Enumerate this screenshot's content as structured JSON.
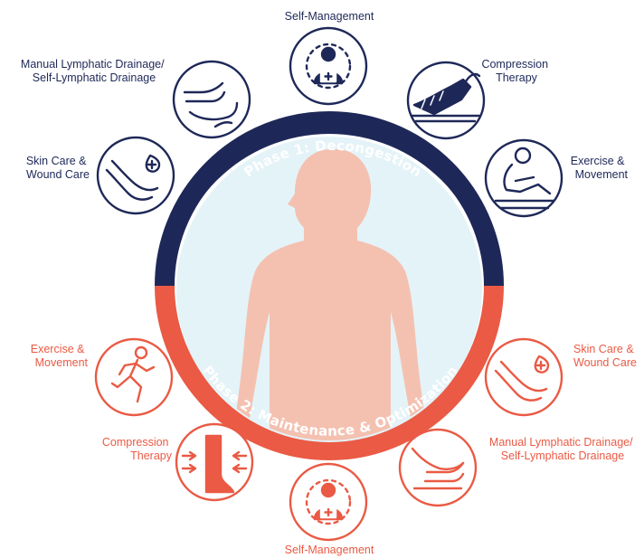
{
  "colors": {
    "navy": "#1e2858",
    "coral": "#ea5a44",
    "inner_bg": "#e4f3f8",
    "body_fill": "#f4c1b1"
  },
  "phase1": {
    "title": "Phase 1: Decongestion",
    "items": [
      {
        "icon": "self-management-icon",
        "label": [
          "Self-Management"
        ]
      },
      {
        "icon": "compression-therapy-icon",
        "label": [
          "Compression",
          "Therapy"
        ]
      },
      {
        "icon": "exercise-movement-icon",
        "label": [
          "Exercise &",
          "Movement"
        ]
      },
      {
        "icon": "skin-wound-care-icon",
        "label": [
          "Skin Care &",
          "Wound Care"
        ]
      },
      {
        "icon": "lymphatic-drainage-icon",
        "label": [
          "Manual Lymphatic Drainage/",
          "Self-Lymphatic Drainage"
        ]
      }
    ]
  },
  "phase2": {
    "title": "Phase 2: Maintenance & Optimization",
    "items": [
      {
        "icon": "exercise-movement-icon",
        "label": [
          "Exercise &",
          "Movement"
        ]
      },
      {
        "icon": "compression-therapy-icon",
        "label": [
          "Compression",
          "Therapy"
        ]
      },
      {
        "icon": "self-management-icon",
        "label": [
          "Self-Management"
        ]
      },
      {
        "icon": "lymphatic-drainage-icon",
        "label": [
          "Manual Lymphatic Drainage/",
          "Self-Lymphatic Drainage"
        ]
      },
      {
        "icon": "skin-wound-care-icon",
        "label": [
          "Skin Care &",
          "Wound Care"
        ]
      }
    ]
  }
}
